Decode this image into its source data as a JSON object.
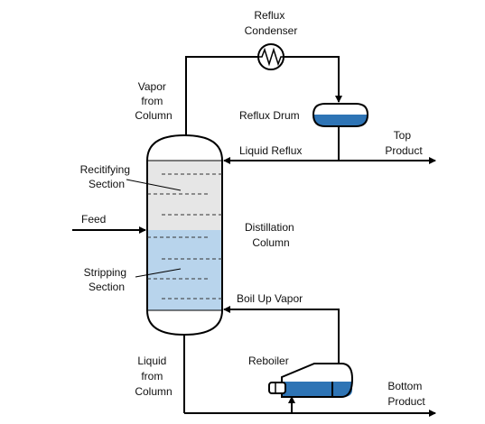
{
  "labels": {
    "reflux_condenser": [
      "Reflux",
      "Condenser"
    ],
    "vapor_from_column": [
      "Vapor",
      "from",
      "Column"
    ],
    "reflux_drum": "Reflux Drum",
    "top_product": [
      "Top",
      "Product"
    ],
    "liquid_reflux": "Liquid Reflux",
    "rectifying_section": [
      "Recitifying",
      "Section"
    ],
    "feed": "Feed",
    "distillation_column": [
      "Distillation",
      "Column"
    ],
    "stripping_section": [
      "Stripping",
      "Section"
    ],
    "boil_up_vapor": "Boil Up Vapor",
    "liquid_from_column": [
      "Liquid",
      "from",
      "Column"
    ],
    "reboiler": "Reboiler",
    "bottom_product": [
      "Bottom",
      "Product"
    ]
  },
  "colors": {
    "line": "#000000",
    "vapor_region": "#e6e6e6",
    "liquid_region": "#b8d4ec",
    "vessel_liquid": "#2e74b5",
    "column_fill": "#ffffff"
  }
}
